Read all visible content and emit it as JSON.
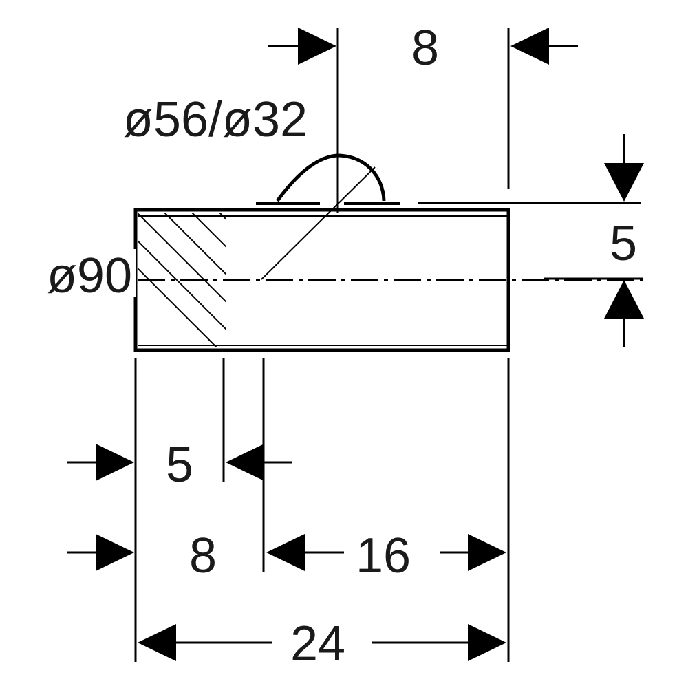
{
  "drawing": {
    "labels": {
      "top_width": "8",
      "hole_diameters": "ø56/ø32",
      "outer_diameter": "ø90",
      "right_height": "5",
      "hatch_width": "5",
      "left_width": "8",
      "right_width": "16",
      "total_width": "24"
    }
  }
}
